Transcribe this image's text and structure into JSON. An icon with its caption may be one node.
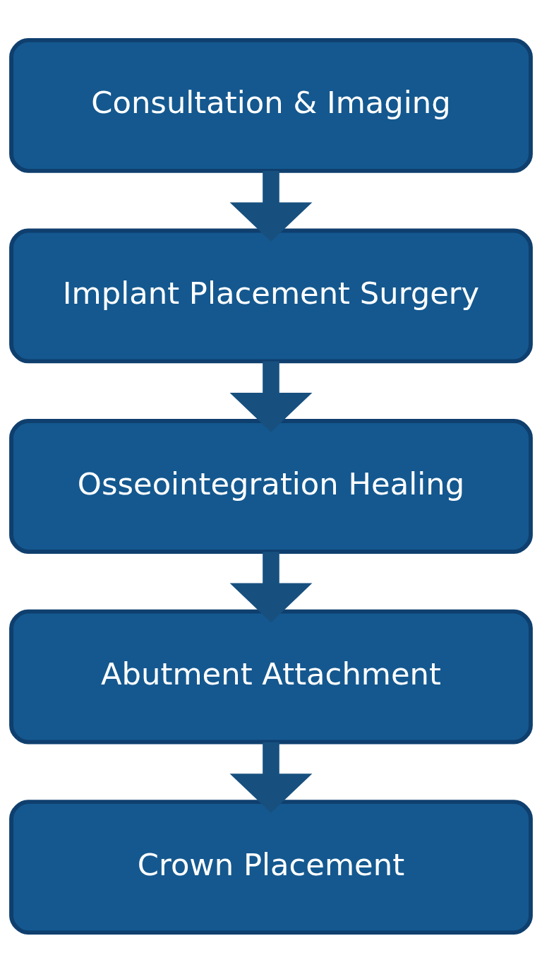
{
  "diagram": {
    "nodes": [
      {
        "text": [
          "Consultation & Imaging"
        ]
      },
      {
        "text": [
          "Implant Placement Surgery"
        ]
      },
      {
        "text": [
          "Osseointegration Healing"
        ]
      },
      {
        "text": [
          "Abutment Attachment"
        ]
      },
      {
        "text": [
          "Crown Placement"
        ]
      }
    ],
    "edges": [
      {
        "from": 0,
        "to": 1,
        "arrow": "to"
      },
      {
        "from": 1,
        "to": 2,
        "arrow": "to"
      },
      {
        "from": 2,
        "to": 3,
        "arrow": "to"
      },
      {
        "from": 3,
        "to": 4,
        "arrow": "to"
      }
    ]
  }
}
